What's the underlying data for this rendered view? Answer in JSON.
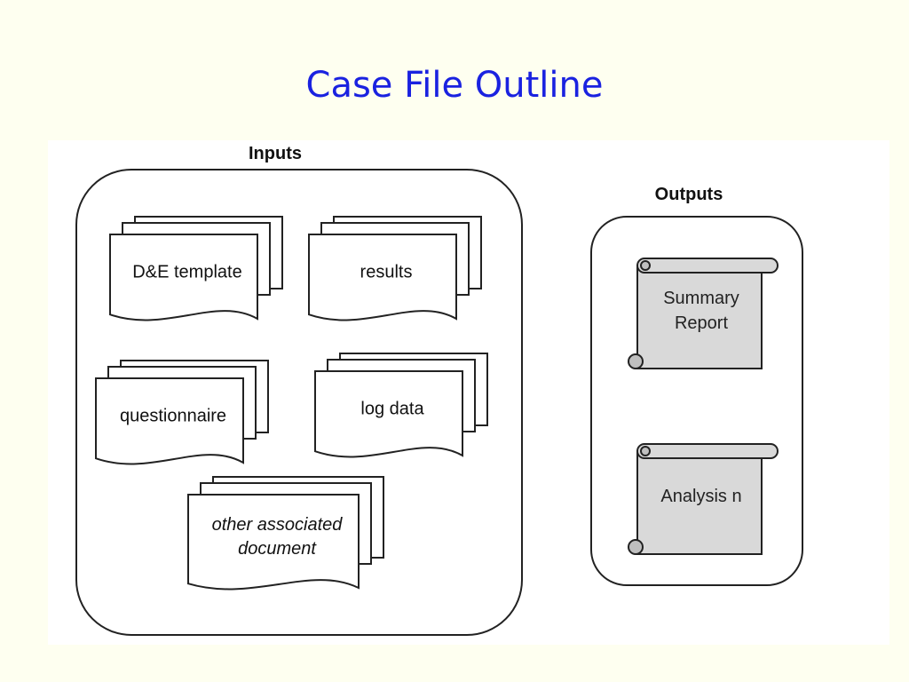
{
  "title": "Case File Outline",
  "inputs": {
    "label": "Inputs",
    "documents": [
      {
        "id": "de-template",
        "lines": [
          "D&E template"
        ],
        "italic": false
      },
      {
        "id": "results",
        "lines": [
          "results"
        ],
        "italic": false
      },
      {
        "id": "questionnaire",
        "lines": [
          "questionnaire"
        ],
        "italic": false
      },
      {
        "id": "log-data",
        "lines": [
          "log data"
        ],
        "italic": false
      },
      {
        "id": "other-associated-document",
        "lines": [
          "other associated",
          "document"
        ],
        "italic": true
      }
    ]
  },
  "outputs": {
    "label": "Outputs",
    "reports": [
      {
        "id": "summary-report",
        "lines": [
          "Summary",
          "Report"
        ]
      },
      {
        "id": "analysis-n",
        "lines": [
          "Analysis n"
        ]
      }
    ]
  },
  "colors": {
    "title": "#1a22e0",
    "background": "#fefff0",
    "panel": "#ffffff",
    "scroll_fill": "#d9d9d9"
  }
}
